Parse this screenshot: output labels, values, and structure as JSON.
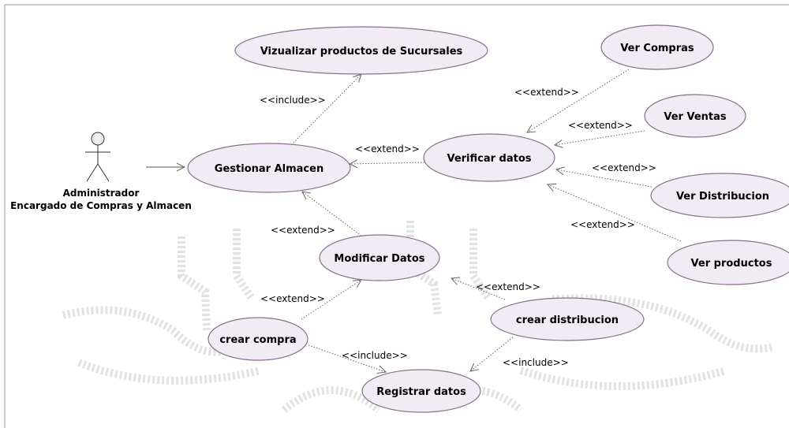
{
  "colors": {
    "usecase_fill": "#f1ebf3",
    "usecase_stroke": "#8a6e90",
    "line": "#666666",
    "frame": "#999999",
    "watermark": "#e2e2e2"
  },
  "actor": {
    "icon": "stick-figure-icon",
    "name_line1": "Administrador",
    "name_line2": "Encargado de Compras y Almacen"
  },
  "use_cases": [
    {
      "id": "vizualizar",
      "label": "Vizualizar productos de Sucursales"
    },
    {
      "id": "ver_compras",
      "label": "Ver Compras"
    },
    {
      "id": "ver_ventas",
      "label": "Ver Ventas"
    },
    {
      "id": "gestionar",
      "label": "Gestionar Almacen"
    },
    {
      "id": "verificar",
      "label": "Verificar datos"
    },
    {
      "id": "ver_distribucion",
      "label": "Ver Distribucion"
    },
    {
      "id": "modificar",
      "label": "Modificar Datos"
    },
    {
      "id": "ver_productos",
      "label": "Ver productos"
    },
    {
      "id": "crear_distribucion",
      "label": "crear distribucion"
    },
    {
      "id": "crear_compra",
      "label": "crear compra"
    },
    {
      "id": "registrar",
      "label": "Registrar datos"
    }
  ],
  "relationships": [
    {
      "id": "inc_gest_viz",
      "from": "gestionar",
      "to": "vizualizar",
      "label": "<<include>>"
    },
    {
      "id": "ext_compras",
      "from": "ver_compras",
      "to": "verificar",
      "label": "<<extend>>"
    },
    {
      "id": "ext_ventas",
      "from": "ver_ventas",
      "to": "verificar",
      "label": "<<extend>>"
    },
    {
      "id": "ext_verif_gest",
      "from": "verificar",
      "to": "gestionar",
      "label": "<<extend>>"
    },
    {
      "id": "ext_distrib",
      "from": "ver_distribucion",
      "to": "verificar",
      "label": "<<extend>>"
    },
    {
      "id": "ext_productos",
      "from": "ver_productos",
      "to": "verificar",
      "label": "<<extend>>"
    },
    {
      "id": "ext_mod_gest",
      "from": "modificar",
      "to": "gestionar",
      "label": "<<extend>>"
    },
    {
      "id": "ext_compra_mod",
      "from": "crear_compra",
      "to": "modificar",
      "label": "<<extend>>"
    },
    {
      "id": "ext_cdist_mod",
      "from": "crear_distribucion",
      "to": "modificar",
      "label": "<<extend>>"
    },
    {
      "id": "inc_compra_reg",
      "from": "crear_compra",
      "to": "registrar",
      "label": "<<include>>"
    },
    {
      "id": "inc_cdist_reg",
      "from": "crear_distribucion",
      "to": "registrar",
      "label": "<<include>>"
    }
  ]
}
